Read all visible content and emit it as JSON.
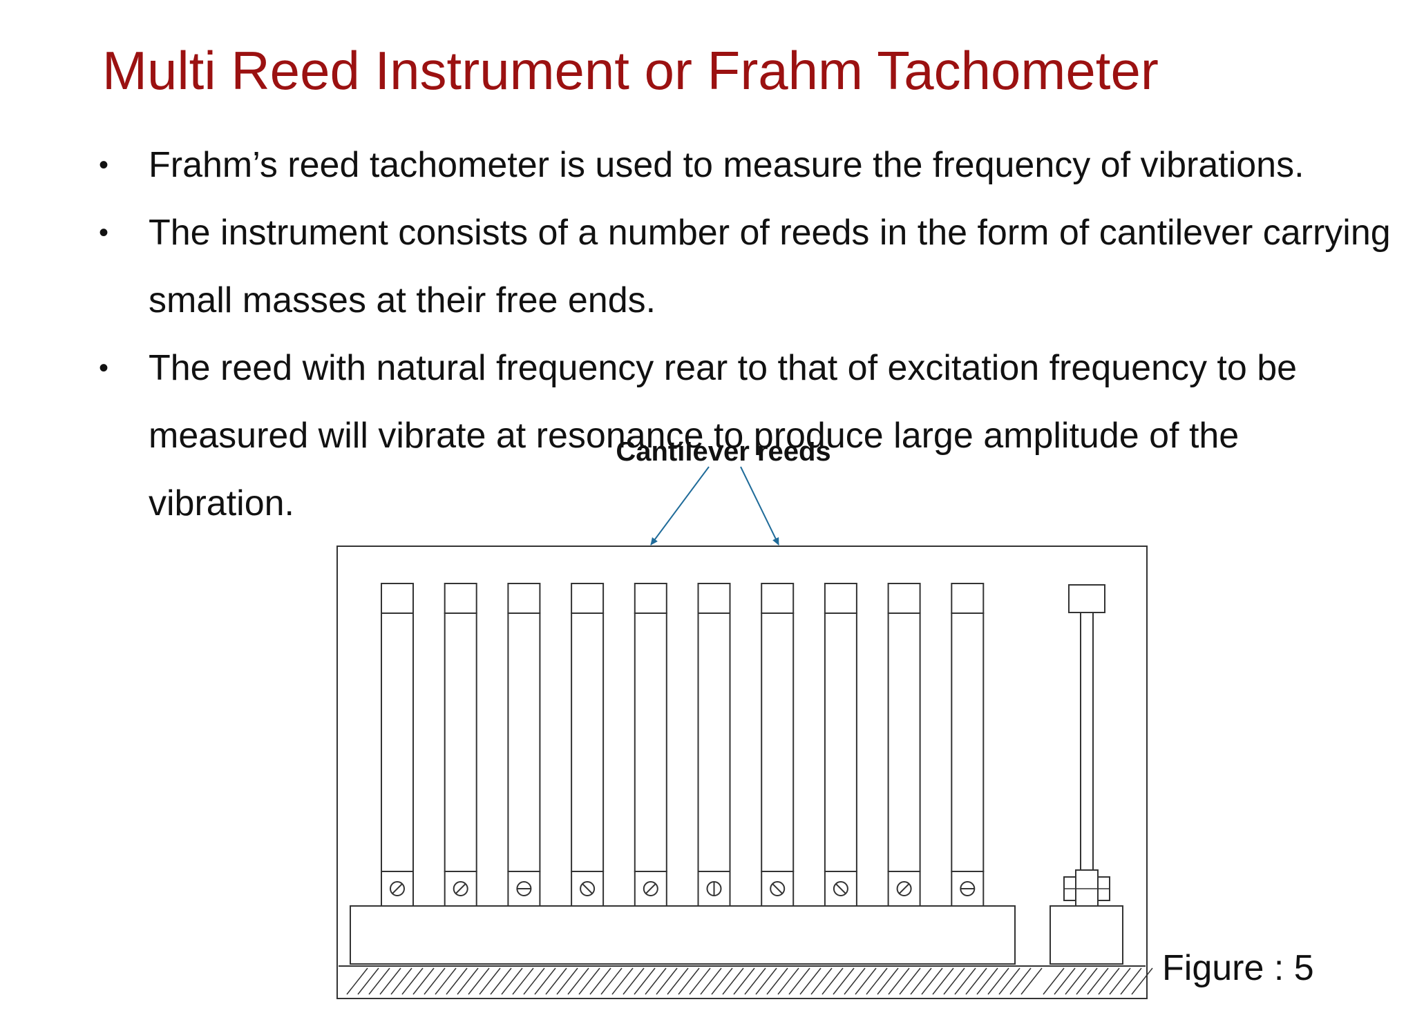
{
  "slide": {
    "title": "Multi Reed Instrument or Frahm Tachometer",
    "bullets": [
      "Frahm’s reed tachometer is used to measure the frequency of vibrations.",
      "The instrument consists of a number of reeds in the form of cantilever carrying small masses at their free ends.",
      "The reed with natural frequency rear to that of excitation frequency to be measured will vibrate at resonance to produce large amplitude of the vibration."
    ],
    "bullet_marker": "•"
  },
  "figure": {
    "annotation": "Cantilever reeds",
    "caption": "Figure : 5",
    "reed_count": 10,
    "colors": {
      "title": "#9b1111",
      "arrow": "#1f6b99",
      "line": "#333333"
    }
  }
}
